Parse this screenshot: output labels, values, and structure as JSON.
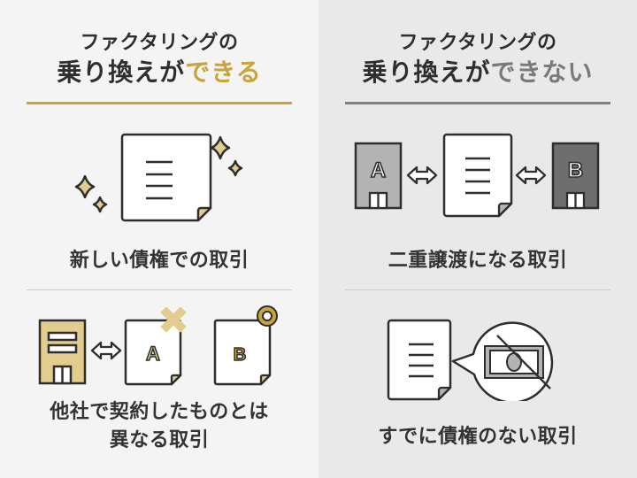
{
  "colors": {
    "gold": "#c9a43d",
    "gold_light": "#e2cd8e",
    "gray_accent": "#7a7a7a",
    "left_bg": "#f4f4f4",
    "right_bg": "#e9e9e9",
    "stroke": "#2e2e2e"
  },
  "left": {
    "title_line1": "ファクタリングの",
    "title_line2_prefix": "乗り換えが",
    "title_line2_accent": "できる",
    "items": [
      {
        "caption": "新しい債権での取引",
        "icon": "document-sparkle-icon"
      },
      {
        "caption_line1": "他社で契約したものとは",
        "caption_line2": "異なる取引",
        "icons": [
          "building-icon",
          "double-arrow-icon",
          "document-a-rejected-icon",
          "document-b-approved-icon"
        ],
        "doc_a_label": "A",
        "doc_b_label": "B"
      }
    ]
  },
  "right": {
    "title_line1": "ファクタリングの",
    "title_line2_prefix": "乗り換えが",
    "title_line2_accent": "できない",
    "items": [
      {
        "caption": "二重譲渡になる取引",
        "icons": [
          "building-a-icon",
          "double-arrow-icon",
          "document-icon",
          "double-arrow-icon",
          "building-b-icon"
        ],
        "building_a_label": "A",
        "building_b_label": "B"
      },
      {
        "caption": "すでに債権のない取引",
        "icon": "document-no-money-icon"
      }
    ]
  }
}
